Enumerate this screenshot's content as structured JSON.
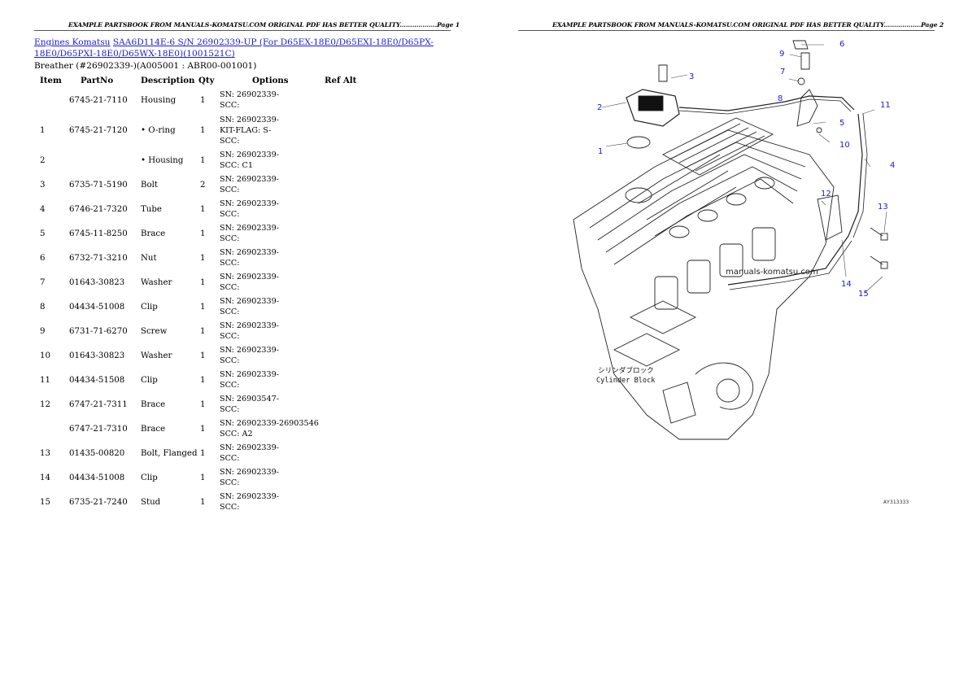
{
  "page1": {
    "header": "EXAMPLE PARTSBOOK FROM MANUALS-KOMATSU.COM ORIGINAL PDF HAS BETTER QUALITY..................Page 1",
    "breadcrumb": {
      "link1": "Engines Komatsu",
      "link2": "SAA6D114E-6 S/N 26902339-UP (For D65EX-18E0/D65EXI-18E0/D65PX-18E0/D65PXI-18E0/D65WX-18E0)(1001521C)"
    },
    "subtitle": "Breather (#26902339-)(A005001 : ABR00-001001)",
    "columns": [
      "Item",
      "PartNo",
      "Description",
      "Qty",
      "Options",
      "Ref Alt"
    ],
    "rows": [
      {
        "item": "",
        "partno": "6745-21-7110",
        "desc": "Housing",
        "qty": "1",
        "options": "SN: 26902339- SCC:"
      },
      {
        "item": "1",
        "partno": "6745-21-7120",
        "desc": "• O-ring",
        "qty": "1",
        "options": "SN: 26902339- KIT-FLAG: S- SCC:"
      },
      {
        "item": "2",
        "partno": "",
        "desc": "• Housing",
        "qty": "1",
        "options": "SN: 26902339- SCC: C1"
      },
      {
        "item": "3",
        "partno": "6735-71-5190",
        "desc": "Bolt",
        "qty": "2",
        "options": "SN: 26902339- SCC:"
      },
      {
        "item": "4",
        "partno": "6746-21-7320",
        "desc": "Tube",
        "qty": "1",
        "options": "SN: 26902339- SCC:"
      },
      {
        "item": "5",
        "partno": "6745-11-8250",
        "desc": "Brace",
        "qty": "1",
        "options": "SN: 26902339- SCC:"
      },
      {
        "item": "6",
        "partno": "6732-71-3210",
        "desc": "Nut",
        "qty": "1",
        "options": "SN: 26902339- SCC:"
      },
      {
        "item": "7",
        "partno": "01643-30823",
        "desc": "Washer",
        "qty": "1",
        "options": "SN: 26902339- SCC:"
      },
      {
        "item": "8",
        "partno": "04434-51008",
        "desc": "Clip",
        "qty": "1",
        "options": "SN: 26902339- SCC:"
      },
      {
        "item": "9",
        "partno": "6731-71-6270",
        "desc": "Screw",
        "qty": "1",
        "options": "SN: 26902339- SCC:"
      },
      {
        "item": "10",
        "partno": "01643-30823",
        "desc": "Washer",
        "qty": "1",
        "options": "SN: 26902339- SCC:"
      },
      {
        "item": "11",
        "partno": "04434-51508",
        "desc": "Clip",
        "qty": "1",
        "options": "SN: 26902339- SCC:"
      },
      {
        "item": "12",
        "partno": "6747-21-7311",
        "desc": "Brace",
        "qty": "1",
        "options": "SN: 26903547- SCC:"
      },
      {
        "item": "",
        "partno": "6747-21-7310",
        "desc": "Brace",
        "qty": "1",
        "options": "SN: 26902339-26903546 SCC: A2",
        "wide": true
      },
      {
        "item": "13",
        "partno": "01435-00820",
        "desc": "Bolt, Flanged",
        "qty": "1",
        "options": "SN: 26902339- SCC:"
      },
      {
        "item": "14",
        "partno": "04434-51008",
        "desc": "Clip",
        "qty": "1",
        "options": "SN: 26902339- SCC:"
      },
      {
        "item": "15",
        "partno": "6735-21-7240",
        "desc": "Stud",
        "qty": "1",
        "options": "SN: 26902339- SCC:"
      }
    ]
  },
  "page2": {
    "header": "EXAMPLE PARTSBOOK FROM MANUALS-KOMATSU.COM ORIGINAL PDF HAS BETTER QUALITY..................Page 2",
    "diagram": {
      "callouts": [
        "1",
        "2",
        "3",
        "4",
        "5",
        "6",
        "7",
        "8",
        "9",
        "10",
        "11",
        "12",
        "13",
        "14",
        "15"
      ],
      "watermark": "manuals-komatsu.com",
      "caption_jp": "シリンダブロック",
      "caption_en": "Cylinder Block",
      "drawing_code": "AY313333"
    }
  }
}
